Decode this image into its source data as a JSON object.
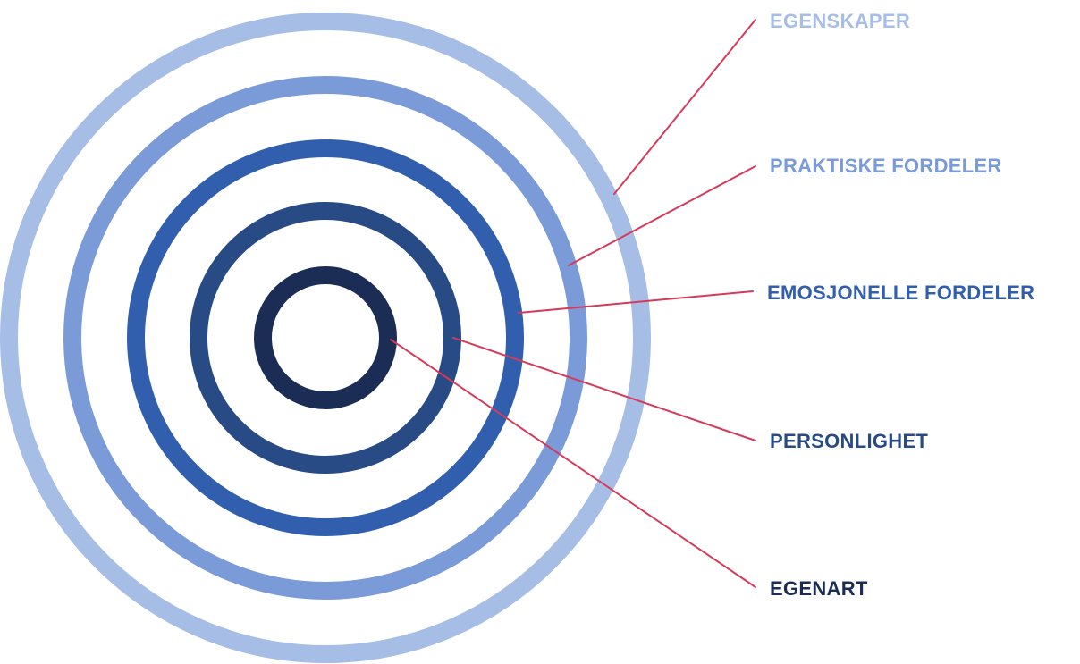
{
  "diagram": {
    "colors": {
      "leader": "#d63a5a",
      "ring_egenskaper": "#a6bde6",
      "ring_praktiske": "#7a9ad8",
      "ring_emosjonelle": "#315fae",
      "ring_personlighet": "#284a85",
      "ring_egenart": "#1b2d55"
    },
    "layers": [
      {
        "label": "EGENSKAPER"
      },
      {
        "label": "PRAKTISKE FORDELER"
      },
      {
        "label": "EMOSJONELLE FORDELER"
      },
      {
        "label": "PERSONLIGHET"
      },
      {
        "label": "EGENART"
      }
    ]
  }
}
